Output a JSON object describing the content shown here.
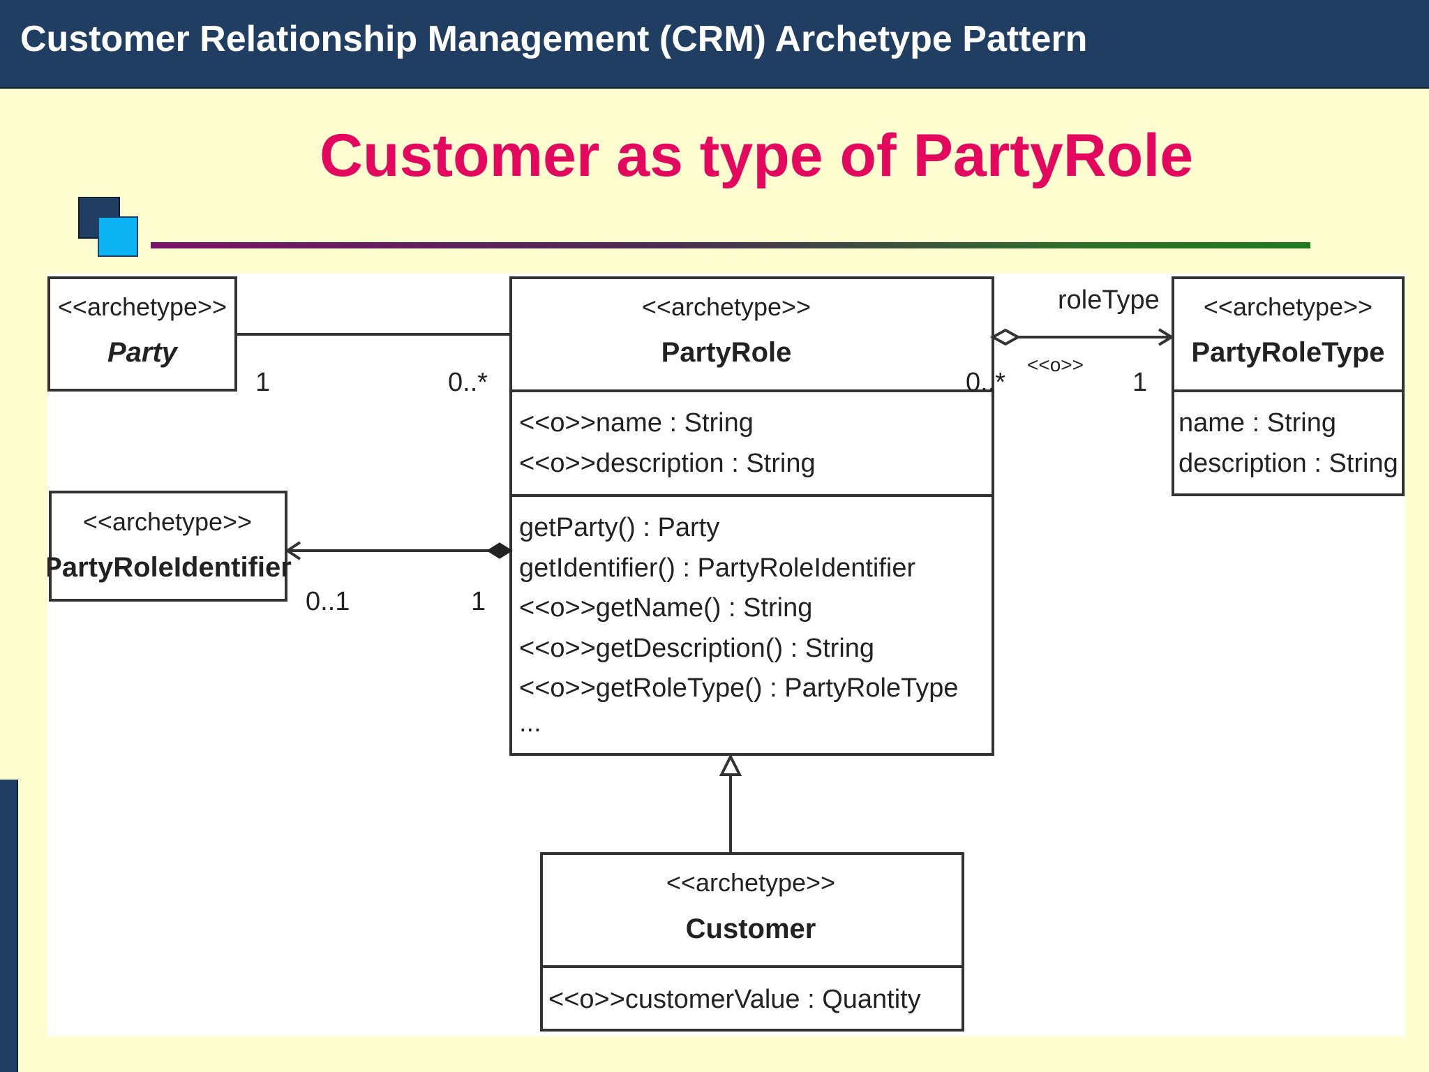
{
  "header": {
    "title": "Customer Relationship Management (CRM) Archetype Pattern"
  },
  "slide": {
    "title": "Customer as type of PartyRole"
  },
  "colors": {
    "header_bg": "#1f3e62",
    "title": "#e3085e",
    "slide_bg": "#fefdd0",
    "deco_front": "#0bb3f2"
  },
  "diagram": {
    "party": {
      "stereotype": "<<archetype>>",
      "name": "Party"
    },
    "party_role": {
      "stereotype": "<<archetype>>",
      "name": "PartyRole",
      "attributes": [
        "<<o>>name : String",
        "<<o>>description : String"
      ],
      "operations": [
        "getParty() : Party",
        "getIdentifier() : PartyRoleIdentifier",
        "<<o>>getName() : String",
        "<<o>>getDescription() : String",
        "<<o>>getRoleType() : PartyRoleType",
        "..."
      ]
    },
    "party_role_type": {
      "stereotype": "<<archetype>>",
      "name": "PartyRoleType",
      "attributes": [
        "name : String",
        "description : String"
      ]
    },
    "party_role_identifier": {
      "stereotype": "<<archetype>>",
      "name": "PartyRoleIdentifier"
    },
    "customer": {
      "stereotype": "<<archetype>>",
      "name": "Customer",
      "attributes": [
        "<<o>>customerValue : Quantity"
      ]
    },
    "assoc_party": {
      "party_mult": "1",
      "role_mult": "0..*"
    },
    "assoc_role_type": {
      "label": "roleType",
      "stereotype": "<<o>>",
      "role_mult": "0..*",
      "type_mult": "1"
    },
    "assoc_identifier": {
      "identifier_mult": "0..1",
      "role_mult": "1"
    }
  }
}
